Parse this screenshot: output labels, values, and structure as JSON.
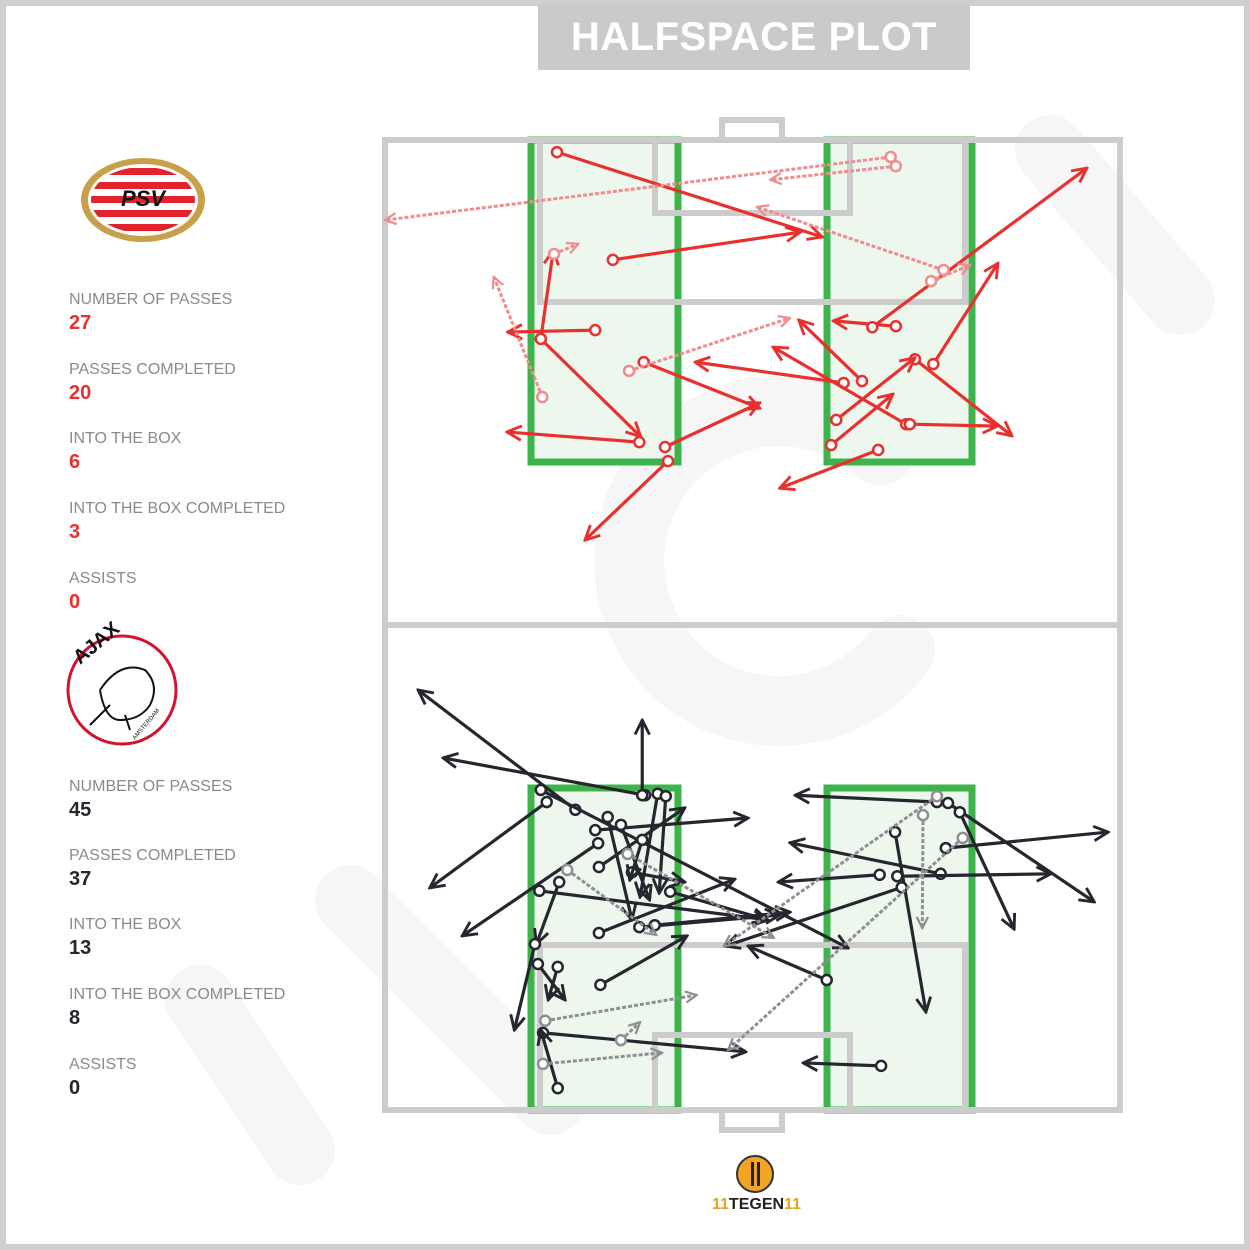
{
  "title": "HALFSPACE PLOT",
  "teams": [
    {
      "name": "PSV",
      "logo_text": "PSV",
      "color": "#e8312f",
      "stats": [
        {
          "label": "NUMBER OF PASSES",
          "value": "27"
        },
        {
          "label": "PASSES COMPLETED",
          "value": "20"
        },
        {
          "label": "INTO THE BOX",
          "value": "6"
        },
        {
          "label": "INTO THE BOX COMPLETED",
          "value": "3"
        },
        {
          "label": "ASSISTS",
          "value": "0"
        }
      ]
    },
    {
      "name": "Ajax",
      "logo_text": "AJAX",
      "logo_subtext": "AMSTERDAM",
      "color": "#25262e",
      "stats": [
        {
          "label": "NUMBER OF PASSES",
          "value": "45"
        },
        {
          "label": "PASSES COMPLETED",
          "value": "37"
        },
        {
          "label": "INTO THE BOX",
          "value": "13"
        },
        {
          "label": "INTO THE BOX COMPLETED",
          "value": "8"
        },
        {
          "label": "ASSISTS",
          "value": "0"
        }
      ]
    }
  ],
  "brand": {
    "prefix": "11",
    "name": "TEGEN",
    "suffix": "11"
  },
  "colors": {
    "zone": "#3cb44b",
    "zone_fill": "#edf7ed",
    "lines": "#cccccc",
    "psv": "#e8312f",
    "psv_incomplete": "#f08c8c",
    "ajax": "#25262e",
    "ajax_incomplete": "#8f8f93"
  },
  "chart_data": {
    "type": "pass-map",
    "units": "pitch 0-100 (x across width, y along length of each half)",
    "series": [
      {
        "name": "PSV",
        "half": "top",
        "completed": [
          [
            23.4,
            2.5,
            59.5,
            20
          ],
          [
            31,
            24.7,
            56.5,
            19
          ],
          [
            28.6,
            39.2,
            16.7,
            39.6
          ],
          [
            21.2,
            41,
            22.9,
            22.7
          ],
          [
            21.2,
            41,
            34.8,
            61.2
          ],
          [
            34.6,
            62.3,
            16.6,
            60.2
          ],
          [
            35.2,
            45.8,
            51,
            55.3
          ],
          [
            38.1,
            63.3,
            51,
            54.2
          ],
          [
            38.5,
            66.2,
            27.2,
            82.5
          ],
          [
            69.5,
            38.4,
            61,
            37.3
          ],
          [
            66.3,
            38.6,
            95.5,
            5.8
          ],
          [
            74.6,
            46.2,
            83.4,
            25.4
          ],
          [
            72.1,
            45.2,
            85.3,
            61
          ],
          [
            62.4,
            50.1,
            42.2,
            45.8
          ],
          [
            64.9,
            49.7,
            56.3,
            37.1
          ],
          [
            70.9,
            58.6,
            52.8,
            42.7
          ],
          [
            61.4,
            57.7,
            72.1,
            44.9
          ],
          [
            60.7,
            62.9,
            69.1,
            52.4
          ],
          [
            71.4,
            58.6,
            83.3,
            59
          ],
          [
            67.1,
            63.9,
            53.7,
            71.8
          ]
        ],
        "incomplete": [
          [
            68.8,
            3.5,
            0,
            16.5
          ],
          [
            69.5,
            5.4,
            52.4,
            8.2
          ],
          [
            76,
            26.8,
            50.6,
            13.8
          ],
          [
            74.3,
            29.1,
            79.6,
            25.8
          ],
          [
            23,
            23.5,
            26.3,
            21.4
          ],
          [
            21.4,
            53,
            14.8,
            28.2
          ],
          [
            33.2,
            47.6,
            55.1,
            36.7
          ]
        ]
      },
      {
        "name": "Ajax",
        "half": "bottom",
        "completed": [
          [
            25.9,
            38.1,
            4.5,
            13.4
          ],
          [
            35.4,
            35.1,
            7.9,
            27.4
          ],
          [
            35,
            35.1,
            35,
            19.6
          ],
          [
            22,
            36.5,
            6.1,
            54.2
          ],
          [
            21.2,
            34,
            63,
            66.6
          ],
          [
            37.1,
            34.8,
            34.7,
            56.1
          ],
          [
            38.2,
            35.3,
            37.3,
            55.3
          ],
          [
            28.6,
            42.3,
            49.4,
            39.8
          ],
          [
            29,
            45,
            10.5,
            64.1
          ],
          [
            32.1,
            41.2,
            36,
            56.7
          ],
          [
            30.3,
            39.6,
            33.6,
            60.8
          ],
          [
            29.1,
            49.9,
            40.8,
            37.7
          ],
          [
            33.6,
            51,
            40.8,
            53
          ],
          [
            38.8,
            55,
            52,
            60.8
          ],
          [
            21,
            54.8,
            52.1,
            60.8
          ],
          [
            23.7,
            53,
            20.6,
            65.8
          ],
          [
            29.1,
            63.5,
            47.6,
            52.4
          ],
          [
            34.6,
            62.3,
            53.7,
            59.8
          ],
          [
            36.7,
            61.9,
            55.1,
            59.2
          ],
          [
            29.3,
            74.2,
            41.1,
            64.1
          ],
          [
            20.4,
            65.8,
            17.6,
            83.5
          ],
          [
            20.8,
            69.9,
            24.5,
            77.3
          ],
          [
            23.5,
            70.5,
            22.2,
            77.3
          ],
          [
            21.5,
            84.1,
            49.1,
            88
          ],
          [
            23.5,
            95.5,
            21.2,
            83.5
          ],
          [
            69.4,
            42.7,
            73.6,
            79.8
          ],
          [
            75.1,
            36.5,
            55.8,
            35.1
          ],
          [
            76.6,
            36.7,
            96.5,
            57.1
          ],
          [
            78.2,
            38.6,
            85.6,
            62.7
          ],
          [
            76.3,
            46,
            98.4,
            42.7
          ],
          [
            75.6,
            51.3,
            55.1,
            44.9
          ],
          [
            67.3,
            51.5,
            53.5,
            53
          ],
          [
            69.7,
            51.8,
            90.6,
            51.3
          ],
          [
            70.3,
            54.1,
            46.3,
            66.2
          ],
          [
            60.1,
            73.2,
            49.4,
            66.2
          ],
          [
            67.5,
            90.9,
            56.9,
            90.3
          ],
          [
            35,
            44.3,
            33.3,
            52.6
          ]
        ],
        "incomplete": [
          [
            75.1,
            35.3,
            46.1,
            66.2
          ],
          [
            73.2,
            39.2,
            73.1,
            62.5
          ],
          [
            78.6,
            43.9,
            46.7,
            87.6
          ],
          [
            33,
            47.2,
            52.9,
            64.5
          ],
          [
            24.8,
            50.5,
            36.9,
            63.9
          ],
          [
            21.8,
            81.6,
            42.4,
            76.3
          ],
          [
            32.1,
            85.6,
            34.7,
            81.9
          ],
          [
            21.5,
            90.5,
            37.7,
            88.2
          ]
        ]
      }
    ]
  }
}
